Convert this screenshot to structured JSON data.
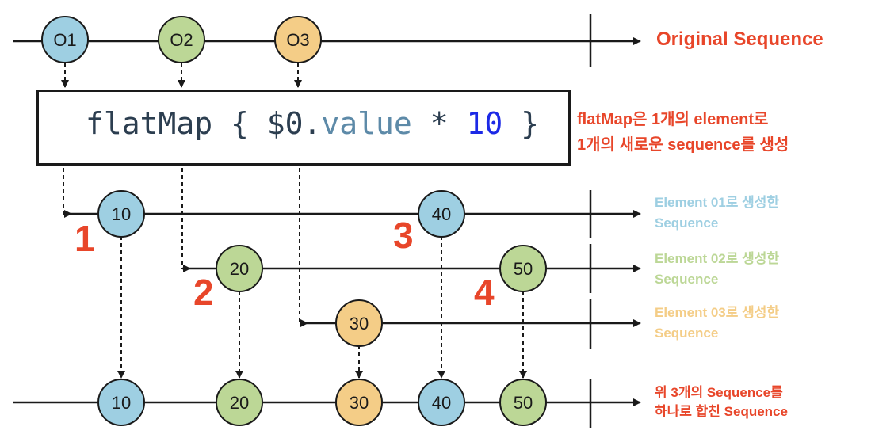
{
  "colors": {
    "blue": "#9ecfe2",
    "green": "#bcd796",
    "orange": "#f4cd87",
    "line": "#1a1a1a",
    "red": "#e8462a"
  },
  "original": {
    "label": "Original Sequence",
    "marbles": [
      {
        "text": "O1",
        "color": "blue"
      },
      {
        "text": "O2",
        "color": "green"
      },
      {
        "text": "O3",
        "color": "orange"
      }
    ]
  },
  "operator": {
    "code_prefix": "flatMap { $0.",
    "code_prop": "value",
    "code_op": " * ",
    "code_num": "10",
    "code_suffix": " }",
    "annotation_line1": "flatMap은 1개의 element로",
    "annotation_line2": "1개의 새로운 sequence를 생성"
  },
  "inner_sequences": [
    {
      "label": "Element 01로 생성한\nSequence",
      "color": "blue",
      "marbles": [
        "10",
        "40"
      ]
    },
    {
      "label": "Element 02로 생성한\nSequence",
      "color": "green",
      "marbles": [
        "20",
        "50"
      ]
    },
    {
      "label": "Element 03로 생성한\nSequence",
      "color": "orange",
      "marbles": [
        "30"
      ]
    }
  ],
  "order_numbers": [
    "1",
    "3",
    "2",
    "4"
  ],
  "result": {
    "label": "위 3개의 Sequence를\n하나로 합친 Sequence",
    "marbles": [
      {
        "text": "10",
        "color": "blue"
      },
      {
        "text": "20",
        "color": "green"
      },
      {
        "text": "30",
        "color": "orange"
      },
      {
        "text": "40",
        "color": "blue"
      },
      {
        "text": "50",
        "color": "green"
      }
    ]
  }
}
